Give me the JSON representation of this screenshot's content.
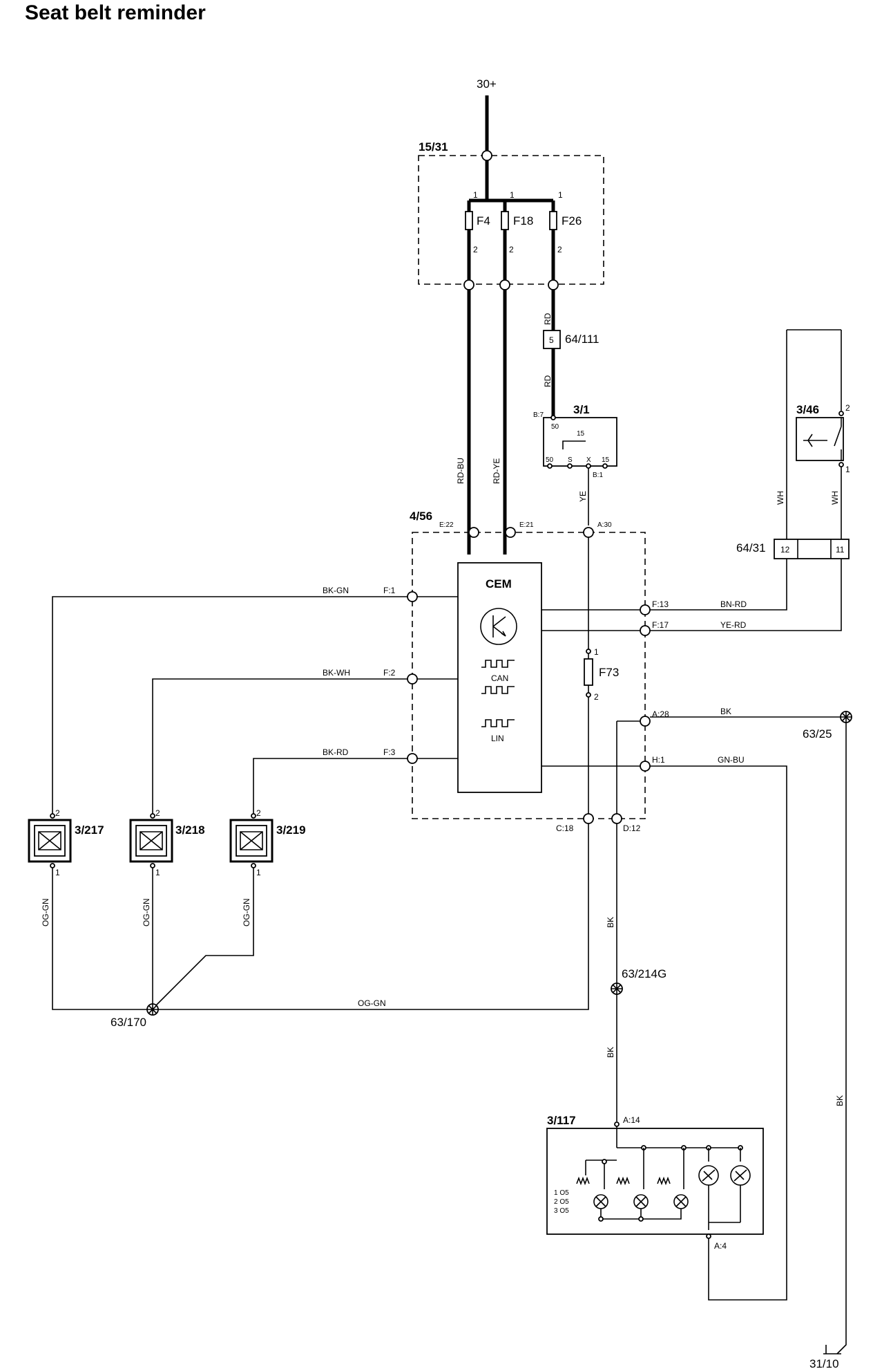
{
  "title": "Seat belt reminder",
  "supply": "30+",
  "fuse_box": {
    "id": "15/31",
    "fuses": [
      {
        "name": "F4",
        "pin_in": "1",
        "pin_out": "2"
      },
      {
        "name": "F18",
        "pin_in": "1",
        "pin_out": "2"
      },
      {
        "name": "F26",
        "pin_in": "1",
        "pin_out": "2"
      }
    ]
  },
  "connector_64_111": {
    "id": "64/111",
    "pin": "5"
  },
  "ignition_switch": {
    "id": "3/1",
    "pins": [
      "B:7",
      "B:1"
    ],
    "terminals": [
      "50",
      "15",
      "50",
      "S",
      "X",
      "15"
    ]
  },
  "switch_3_46": {
    "id": "3/46",
    "pins": [
      "2",
      "1"
    ]
  },
  "connector_64_31": {
    "id": "64/31",
    "pins": [
      "12",
      "11"
    ]
  },
  "cem": {
    "id": "4/56",
    "label": "CEM",
    "can": "CAN",
    "lin": "LIN",
    "pins": [
      "E:22",
      "E:21",
      "A:30",
      "F:1",
      "F:2",
      "F:3",
      "F:13",
      "F:17",
      "A:28",
      "H:1",
      "C:18",
      "D:12"
    ],
    "fuse": {
      "name": "F73",
      "pin_in": "1",
      "pin_out": "2"
    }
  },
  "seat_switches": [
    {
      "id": "3/217",
      "pin_top": "2",
      "pin_bottom": "1"
    },
    {
      "id": "3/218",
      "pin_top": "2",
      "pin_bottom": "1"
    },
    {
      "id": "3/219",
      "pin_top": "2",
      "pin_bottom": "1"
    }
  ],
  "grounds": {
    "g1": "63/170",
    "g2": "63/214G",
    "g3": "63/25",
    "g4": "31/10"
  },
  "instrument": {
    "id": "3/117",
    "pins": [
      "A:14",
      "A:4"
    ],
    "legend": [
      "1 O5",
      "2 O5",
      "3 O5"
    ]
  },
  "wire_colors": {
    "rd_bu": "RD-BU",
    "rd_ye": "RD-YE",
    "rd1": "RD",
    "rd2": "RD",
    "ye": "YE",
    "wh1": "WH",
    "wh2": "WH",
    "bk_gn": "BK-GN",
    "bk_wh": "BK-WH",
    "bk_rd": "BK-RD",
    "bn_rd": "BN-RD",
    "ye_rd": "YE-RD",
    "bk_a28": "BK",
    "gn_bu": "GN-BU",
    "og_gn1": "OG-GN",
    "og_gn2": "OG-GN",
    "og_gn3": "OG-GN",
    "og_gn_bottom": "OG-GN",
    "bk_v1": "BK",
    "bk_v2": "BK",
    "bk_right": "BK"
  }
}
